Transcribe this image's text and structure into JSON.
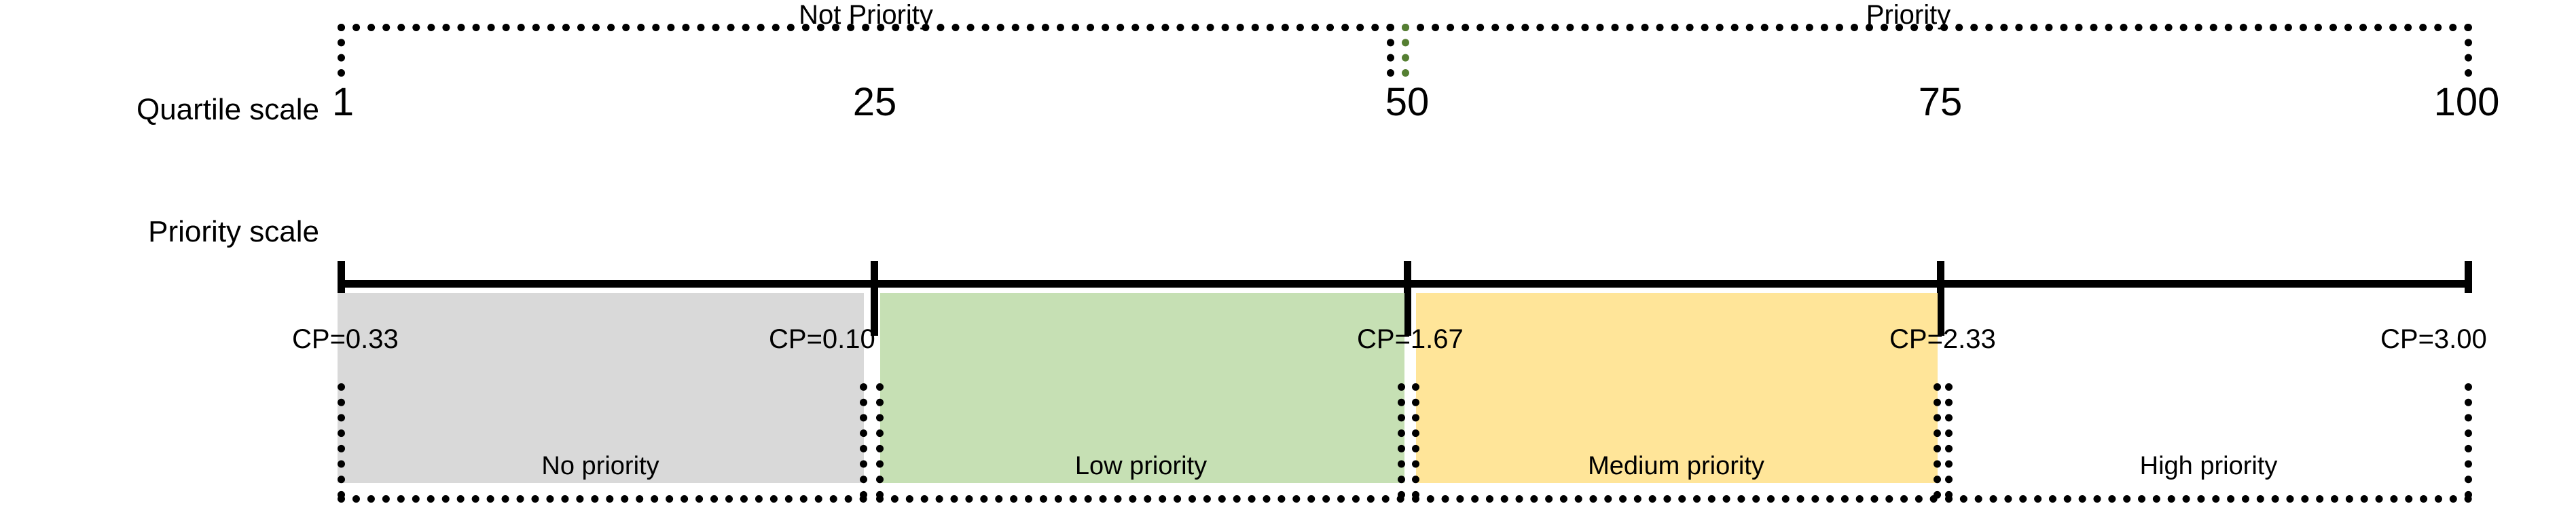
{
  "figure": {
    "title": "",
    "row_labels": {
      "quartile": "Quartile scale",
      "priority": "Priority scale"
    },
    "top_groups": [
      {
        "label": "Not Priority"
      },
      {
        "label": "Priority"
      }
    ],
    "quartile_ticks": [
      "1",
      "25",
      "50",
      "75",
      "100"
    ],
    "cp_labels": [
      "CP=0.33",
      "CP=0.10",
      "CP=1.67",
      "CP=2.33",
      "CP=3.00"
    ],
    "bands": [
      {
        "label": "No priority",
        "color": "#d9d9d9"
      },
      {
        "label": "Low priority",
        "color": "#c6e0b4"
      },
      {
        "label": "Medium priority",
        "color": "#ffe599"
      },
      {
        "label": "High priority",
        "color": "#ffffff"
      }
    ],
    "colors": {
      "line": "#000000",
      "divider_accent": "#557f32",
      "gray": "#d9d9d9",
      "green": "#c6e0b4",
      "yellow": "#ffe599",
      "white": "#ffffff"
    }
  },
  "chart_data": {
    "type": "bar",
    "title": "Priority classification scale",
    "xlabel": "Quartile scale",
    "ylabel": "",
    "x": [
      1,
      25,
      50,
      75,
      100
    ],
    "categories": [
      "1",
      "25",
      "50",
      "75",
      "100"
    ],
    "tick_labels": [
      "1",
      "25",
      "50",
      "75",
      "100"
    ],
    "cp_values": [
      0.33,
      0.1,
      1.67,
      2.33,
      3.0
    ],
    "cp_tick_labels": [
      "CP=0.33",
      "CP=0.10",
      "CP=1.67",
      "CP=2.33",
      "CP=3.00"
    ],
    "segments": [
      {
        "name": "No priority",
        "quartile_range": [
          1,
          25
        ],
        "cp_range": [
          0.33,
          0.1
        ],
        "color": "#d9d9d9",
        "group": "Not Priority"
      },
      {
        "name": "Low priority",
        "quartile_range": [
          25,
          50
        ],
        "cp_range": [
          0.1,
          1.67
        ],
        "color": "#c6e0b4",
        "group": "Not Priority"
      },
      {
        "name": "Medium priority",
        "quartile_range": [
          50,
          75
        ],
        "cp_range": [
          1.67,
          2.33
        ],
        "color": "#ffe599",
        "group": "Priority"
      },
      {
        "name": "High priority",
        "quartile_range": [
          75,
          100
        ],
        "cp_range": [
          2.33,
          3.0
        ],
        "color": "#ffffff",
        "group": "Priority"
      }
    ],
    "groups": [
      {
        "name": "Not Priority",
        "quartile_range": [
          1,
          50
        ]
      },
      {
        "name": "Priority",
        "quartile_range": [
          50,
          100
        ]
      }
    ],
    "annotations": [
      "Quartile scale",
      "Priority scale",
      "Not Priority",
      "Priority"
    ],
    "xlim": [
      1,
      100
    ],
    "grid": false,
    "legend": "none"
  }
}
